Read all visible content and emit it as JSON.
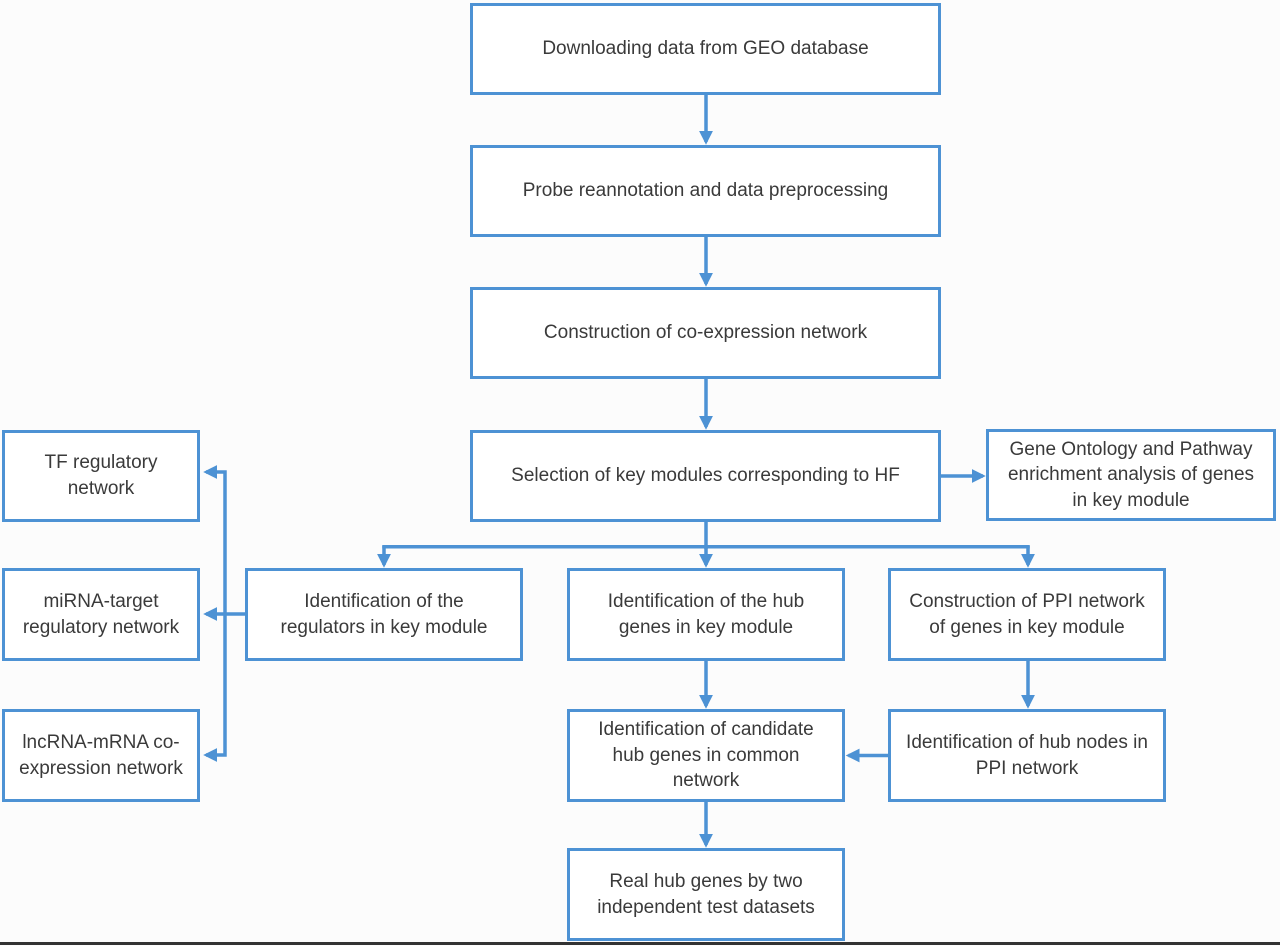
{
  "figure": {
    "type": "flowchart",
    "nodes": {
      "geo": {
        "label": "Downloading data from GEO database"
      },
      "probe": {
        "label": "Probe reannotation and data preprocessing"
      },
      "coexpr": {
        "label": "Construction of co-expression network"
      },
      "selection": {
        "label": "Selection of key modules corresponding to HF"
      },
      "go_pathway": {
        "label": "Gene Ontology and Pathway\nenrichment analysis of genes\nin key module"
      },
      "tf": {
        "label": "TF regulatory\nnetwork"
      },
      "mirna": {
        "label": "miRNA-target\nregulatory network"
      },
      "lncrna": {
        "label": "lncRNA-mRNA co-\nexpression network"
      },
      "regulators": {
        "label": "Identification of the\nregulators in key module"
      },
      "hub_genes": {
        "label": "Identification of the hub\ngenes in key module"
      },
      "ppi": {
        "label": "Construction of PPI network\nof genes in key module"
      },
      "candidate": {
        "label": "Identification of candidate\nhub genes in common\nnetwork"
      },
      "hub_nodes": {
        "label": "Identification of hub nodes in\nPPI network"
      },
      "real_hub": {
        "label": "Real hub genes by two\nindependent test datasets"
      }
    },
    "edges": [
      {
        "from": "geo",
        "to": "probe"
      },
      {
        "from": "probe",
        "to": "coexpr"
      },
      {
        "from": "coexpr",
        "to": "selection"
      },
      {
        "from": "selection",
        "to": "go_pathway"
      },
      {
        "from": "selection",
        "to": "regulators"
      },
      {
        "from": "selection",
        "to": "hub_genes"
      },
      {
        "from": "selection",
        "to": "ppi"
      },
      {
        "from": "regulators",
        "to": "tf"
      },
      {
        "from": "regulators",
        "to": "mirna"
      },
      {
        "from": "regulators",
        "to": "lncrna"
      },
      {
        "from": "hub_genes",
        "to": "candidate"
      },
      {
        "from": "ppi",
        "to": "hub_nodes"
      },
      {
        "from": "hub_nodes",
        "to": "candidate"
      },
      {
        "from": "candidate",
        "to": "real_hub"
      }
    ],
    "colors": {
      "accent": "#4d92d4",
      "text": "#3a3a3a",
      "background": "#fcfcfc",
      "node_background": "#ffffff",
      "bottom_rule": "#333333"
    }
  }
}
